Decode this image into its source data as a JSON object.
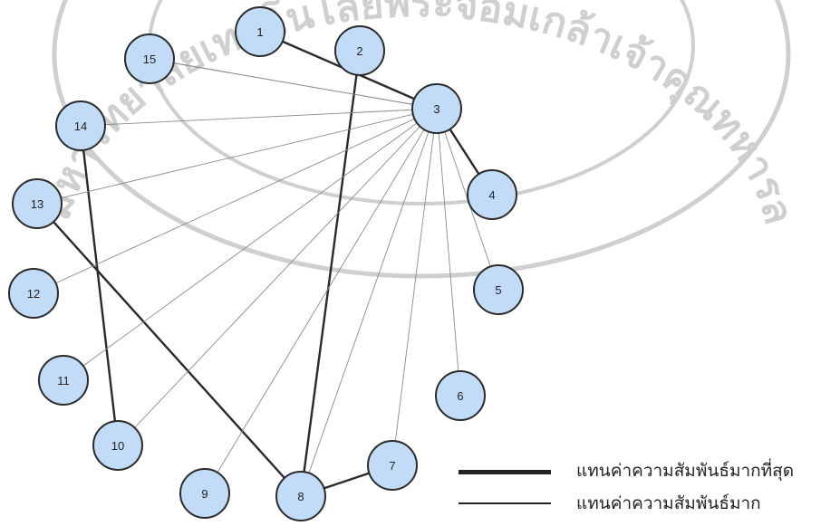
{
  "diagram": {
    "nodes": [
      {
        "id": 1,
        "label": "1"
      },
      {
        "id": 2,
        "label": "2"
      },
      {
        "id": 3,
        "label": "3"
      },
      {
        "id": 4,
        "label": "4"
      },
      {
        "id": 5,
        "label": "5"
      },
      {
        "id": 6,
        "label": "6"
      },
      {
        "id": 7,
        "label": "7"
      },
      {
        "id": 8,
        "label": "8"
      },
      {
        "id": 9,
        "label": "9"
      },
      {
        "id": 10,
        "label": "10"
      },
      {
        "id": 11,
        "label": "11"
      },
      {
        "id": 12,
        "label": "12"
      },
      {
        "id": 13,
        "label": "13"
      },
      {
        "id": 14,
        "label": "14"
      },
      {
        "id": 15,
        "label": "15"
      }
    ],
    "edges": [
      {
        "from": 1,
        "to": 3,
        "strength": "strongest"
      },
      {
        "from": 3,
        "to": 4,
        "strength": "strongest"
      },
      {
        "from": 2,
        "to": 8,
        "strength": "strongest"
      },
      {
        "from": 8,
        "to": 7,
        "strength": "strongest"
      },
      {
        "from": 13,
        "to": 8,
        "strength": "strongest"
      },
      {
        "from": 14,
        "to": 10,
        "strength": "strongest"
      },
      {
        "from": 3,
        "to": 15,
        "strength": "strong"
      },
      {
        "from": 3,
        "to": 14,
        "strength": "strong"
      },
      {
        "from": 3,
        "to": 13,
        "strength": "strong"
      },
      {
        "from": 3,
        "to": 12,
        "strength": "strong"
      },
      {
        "from": 3,
        "to": 11,
        "strength": "strong"
      },
      {
        "from": 3,
        "to": 10,
        "strength": "strong"
      },
      {
        "from": 3,
        "to": 9,
        "strength": "strong"
      },
      {
        "from": 3,
        "to": 8,
        "strength": "strong"
      },
      {
        "from": 3,
        "to": 7,
        "strength": "strong"
      },
      {
        "from": 3,
        "to": 6,
        "strength": "strong"
      },
      {
        "from": 3,
        "to": 5,
        "strength": "strong"
      },
      {
        "from": 15,
        "to": 3,
        "strength": "strong"
      }
    ],
    "colors": {
      "node_fill": "#c2dcf7",
      "node_stroke": "#2b2b2b",
      "edge_strongest": "#2a2a2a",
      "edge_strong": "#8a8a8a",
      "watermark": "#cfcfcf"
    }
  },
  "legend": {
    "strongest_label": "แทนค่าความสัมพันธ์มากที่สุด",
    "strong_label": "แทนค่าความสัมพันธ์มาก"
  },
  "watermark": {
    "text": "มหาวิทยาลัยเทคโนโลยีพระจอมเกล้าเจ้าคุณทหารลาดกระบัง"
  }
}
